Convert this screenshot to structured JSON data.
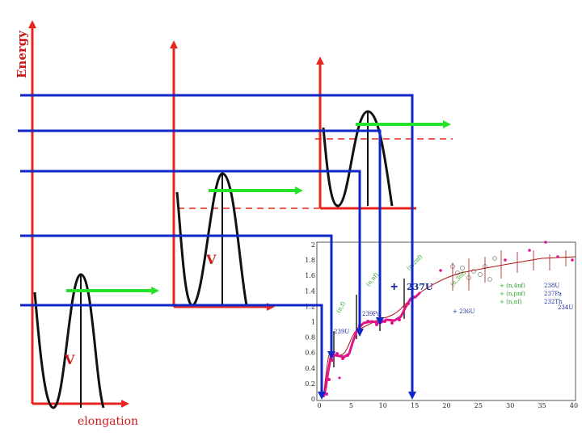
{
  "diagram": {
    "y_axis_label": "Energy",
    "x_axis_label": "elongation",
    "barrier_label_1": "V",
    "barrier_label_2": "V",
    "colors": {
      "axis": "#e8261f",
      "level": "#1226c8",
      "arrow": "#27e22a",
      "curve": "#111111",
      "dashed": "#e8261f"
    }
  },
  "inset_chart": {
    "x_ticks": [
      "0",
      "5",
      "10",
      "15",
      "20",
      "25",
      "30",
      "35",
      "40"
    ],
    "y_ticks": [
      "0",
      "0.2",
      "0.4",
      "0.6",
      "0.8",
      "1",
      "1.2",
      "1.4",
      "1.6",
      "1.8",
      "2"
    ],
    "labels": {
      "big_plus": "+",
      "u237": "237U",
      "u239": "239U",
      "pu239": "239Pu",
      "reaction_n_nf": "(n,nf)",
      "reaction_n_f": "(n,f)",
      "reaction_n_2nf": "(n,2nf)",
      "reaction_n_3nf": "(n,3nf)"
    },
    "legend": [
      {
        "text": "+ (n,4nf)",
        "nuclide": "238U"
      },
      {
        "text": "+ (n,pnf)",
        "nuclide": "237Pa"
      },
      {
        "text": "+ (n,αf)",
        "nuclide": "232Th"
      },
      {
        "text": "+ 236U",
        "nuclide": "234U"
      }
    ],
    "colors": {
      "magenta": "#e0148a",
      "darkred": "#b01010",
      "green": "#2aa02a",
      "grey": "#888888"
    }
  }
}
